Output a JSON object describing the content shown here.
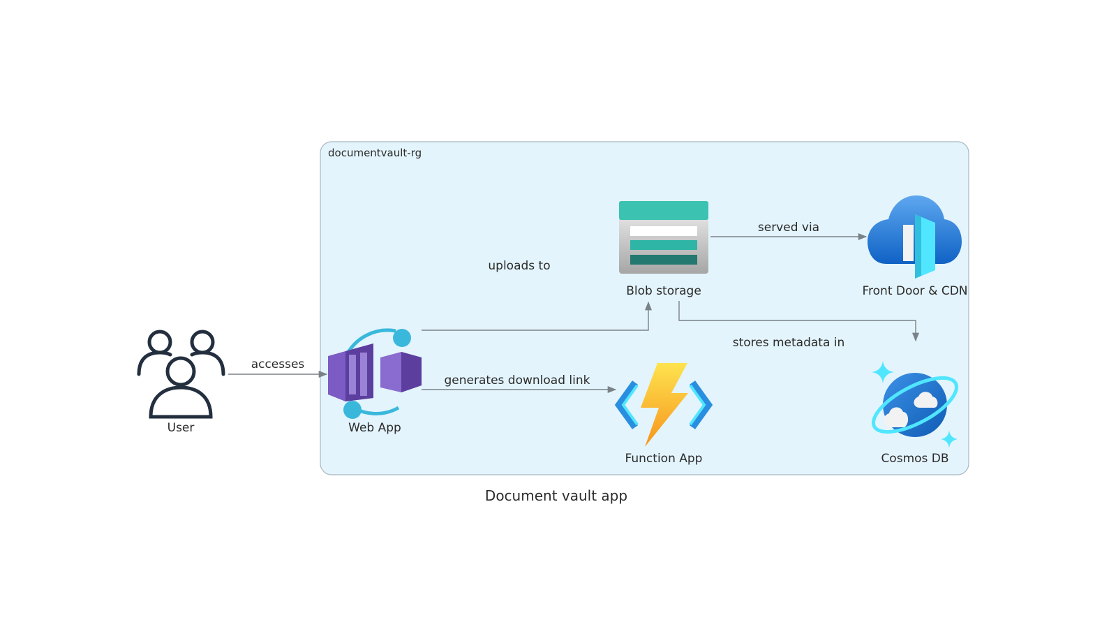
{
  "caption": "Document vault app",
  "group": {
    "label": "documentvault-rg"
  },
  "nodes": {
    "user": {
      "label": "User",
      "icon": "users-icon"
    },
    "web_app": {
      "label": "Web App",
      "icon": "web-app-icon"
    },
    "blob_storage": {
      "label": "Blob storage",
      "icon": "blob-storage-icon"
    },
    "front_door": {
      "label": "Front Door & CDN",
      "icon": "front-door-icon"
    },
    "function_app": {
      "label": "Function App",
      "icon": "function-app-icon"
    },
    "cosmos_db": {
      "label": "Cosmos DB",
      "icon": "cosmos-db-icon"
    }
  },
  "edges": {
    "accesses": "accesses",
    "uploads_to": "uploads to",
    "served_via": "served via",
    "stores_metadata_in": "stores metadata in",
    "generates_download_link": "generates download link"
  },
  "colors": {
    "group_fill": "#e3f4fc",
    "group_stroke": "#a9b7c0",
    "edge": "#7a8288",
    "user_icon": "#232f3e",
    "web_app": "#5c3e9e",
    "web_app_ring": "#3ab8dc",
    "blob_top": "#3bc2b1",
    "blob_mid": "#2fb5a5",
    "blob_bottom": "#23786f",
    "front_door_blue": "#1b7fdc",
    "front_door_cyan": "#50e6ff",
    "function_yellow": "#fcd116",
    "function_orange": "#f7941d",
    "function_bracket": "#2a8ee0",
    "cosmos_blue": "#1b73d4",
    "cosmos_cyan": "#50e6ff"
  }
}
